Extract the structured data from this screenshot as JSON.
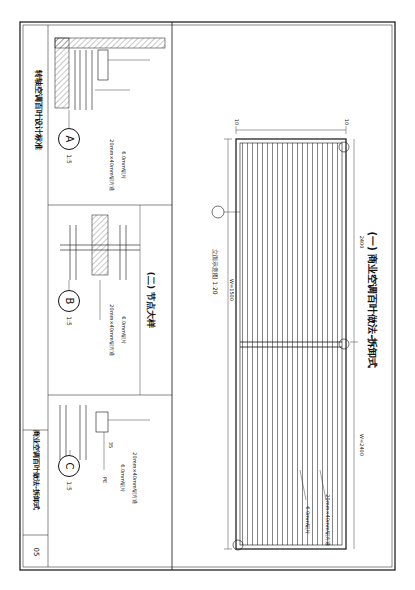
{
  "diagram": {
    "title": "(一) 商业空调百叶做法-拆卸式",
    "nodes": [
      {
        "text": [
          "A",
          "1:5"
        ]
      },
      {
        "text": [
          "B",
          "1:5"
        ]
      },
      {
        "text": [
          "C",
          "1:5"
        ]
      }
    ],
    "labels": [
      "(二) 节点大样",
      "商业空调百叶做法-拆卸式",
      "转轴空调百叶设计标准",
      "05",
      "立面示意图 1:20",
      "W=1500",
      "10",
      "10",
      "2400",
      "W=2400",
      "20mm×40mm铝方通",
      "6.0mm铝片",
      "20mm×40mm铝方通",
      "6.0mm铝片",
      "20mm×40mm铝方通",
      "6.0mm铝片",
      "20mm×40mm铝方通",
      "6.0mm铝片",
      "PE",
      "35"
    ]
  }
}
